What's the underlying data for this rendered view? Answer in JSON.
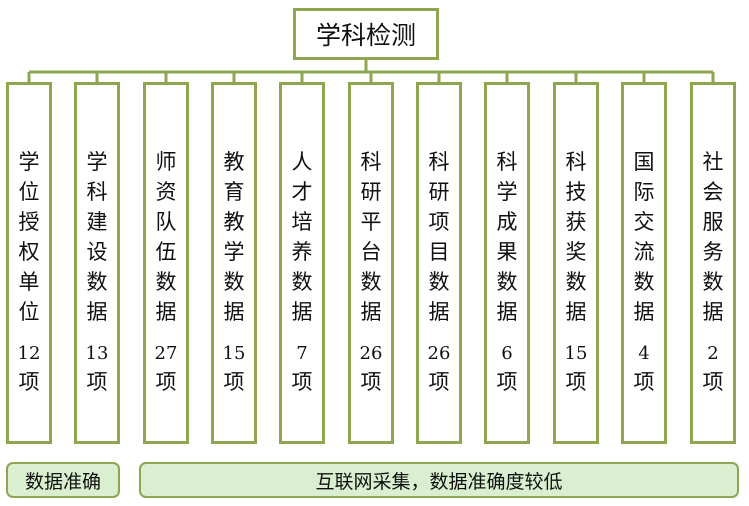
{
  "title": "学科检测",
  "categories": [
    {
      "label": "学位授权单位",
      "count": "12",
      "unit": "项"
    },
    {
      "label": "学科建设数据",
      "count": "13",
      "unit": "项"
    },
    {
      "label": "师资队伍数据",
      "count": "27",
      "unit": "项"
    },
    {
      "label": "教育教学数据",
      "count": "15",
      "unit": "项"
    },
    {
      "label": "人才培养数据",
      "count": "7",
      "unit": "项"
    },
    {
      "label": "科研平台数据",
      "count": "26",
      "unit": "项"
    },
    {
      "label": "科研项目数据",
      "count": "26",
      "unit": "项"
    },
    {
      "label": "科学成果数据",
      "count": "6",
      "unit": "项"
    },
    {
      "label": "科技获奖数据",
      "count": "15",
      "unit": "项"
    },
    {
      "label": "国际交流数据",
      "count": "4",
      "unit": "项"
    },
    {
      "label": "社会服务数据",
      "count": "2",
      "unit": "项"
    }
  ],
  "notes": {
    "accurate": "数据准确",
    "internet": "互联网采集，数据准确度较低"
  },
  "colors": {
    "border": "#8da64f",
    "note_fill": "#d9efcf"
  }
}
